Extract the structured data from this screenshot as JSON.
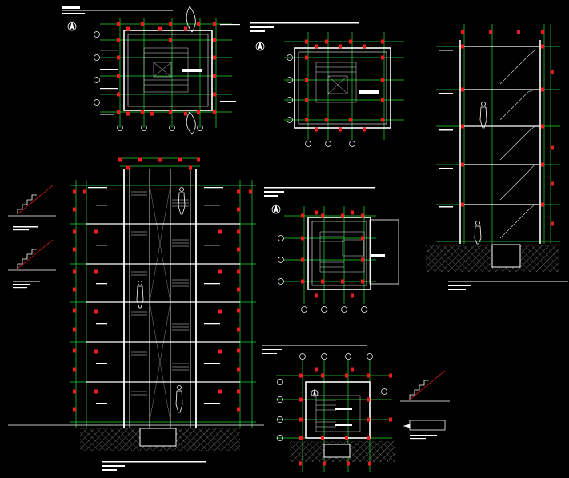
{
  "drawing": {
    "background": "#000000",
    "palette": {
      "structure": "#ffffff",
      "grid": "#22dd33",
      "dims": "#e8e8e8",
      "annotations": "#ee1c1c",
      "hatch": "#bdbdbd",
      "stairs": "#dddddd"
    },
    "icons": [
      "stair-detail-icon",
      "north-arrow-icon",
      "human-figure-icon",
      "grid-bubble-icon",
      "leader-arrow-icon",
      "ground-hatch-icon"
    ],
    "views": [
      {
        "id": "plan-top-left",
        "kind": "floor-plan"
      },
      {
        "id": "plan-top-center",
        "kind": "floor-plan"
      },
      {
        "id": "section-right",
        "kind": "building-section"
      },
      {
        "id": "section-left-main",
        "kind": "building-section"
      },
      {
        "id": "plan-middle",
        "kind": "floor-plan"
      },
      {
        "id": "plan-bottom",
        "kind": "foundation-plan"
      },
      {
        "id": "stair-detail-left-1",
        "kind": "detail"
      },
      {
        "id": "stair-detail-left-2",
        "kind": "detail"
      },
      {
        "id": "stair-detail-bottom-right",
        "kind": "detail"
      }
    ]
  }
}
